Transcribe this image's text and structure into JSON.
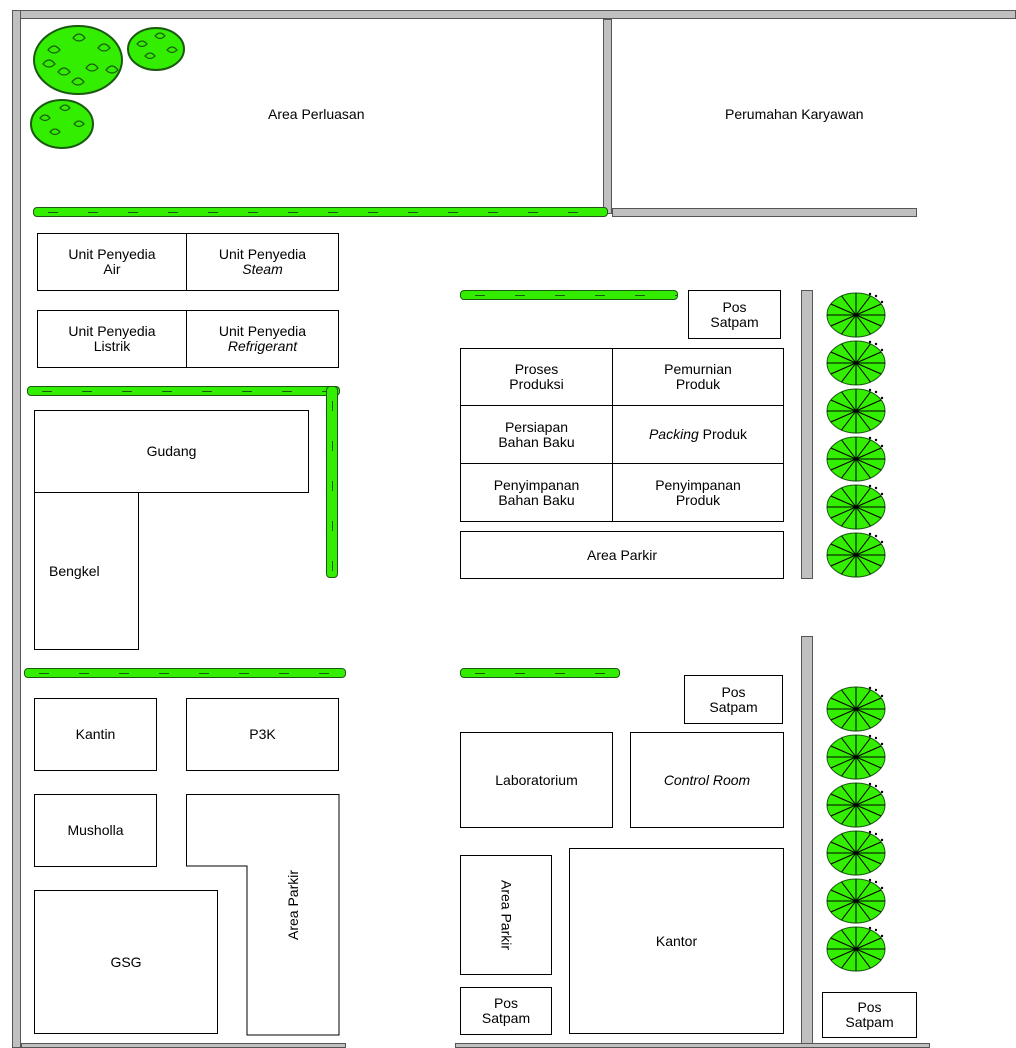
{
  "areas": {
    "perluasan": "Area Perluasan",
    "perumahan": "Perumahan Karyawan"
  },
  "boxes": {
    "unit_air": "Unit Penyedia\nAir",
    "unit_steam_l1": "Unit Penyedia",
    "unit_steam_l2": "Steam",
    "unit_listrik": "Unit Penyedia\nListrik",
    "unit_refrig_l1": "Unit Penyedia",
    "unit_refrig_l2": "Refrigerant",
    "gudang": "Gudang",
    "bengkel": "Bengkel",
    "pos1": "Pos\nSatpam",
    "proses": "Proses\nProduksi",
    "pemurnian": "Pemurnian\nProduk",
    "persiapan": "Persiapan\nBahan Baku",
    "packing_em": "Packing",
    "packing_rest": " Produk",
    "simpan_bahan": "Penyimpanan\nBahan Baku",
    "simpan_produk": "Penyimpanan\nProduk",
    "parkir1": "Area Parkir",
    "pos2": "Pos\nSatpam",
    "lab": "Laboratorium",
    "control": "Control Room",
    "kantin": "Kantin",
    "p3k": "P3K",
    "musholla": "Musholla",
    "gsg": "GSG",
    "parkir2": "Area Parkir",
    "parkir3": "Area Parkir",
    "kantor": "Kantor",
    "pos3": "Pos\nSatpam",
    "pos4": "Pos\nSatpam"
  },
  "colors": {
    "vegetation": "#33ee00",
    "vegetation_outline": "#1a5a10",
    "wall": "#c0c0c0"
  },
  "icons": [
    "bush-icon",
    "palm-tree-icon",
    "hedge"
  ]
}
